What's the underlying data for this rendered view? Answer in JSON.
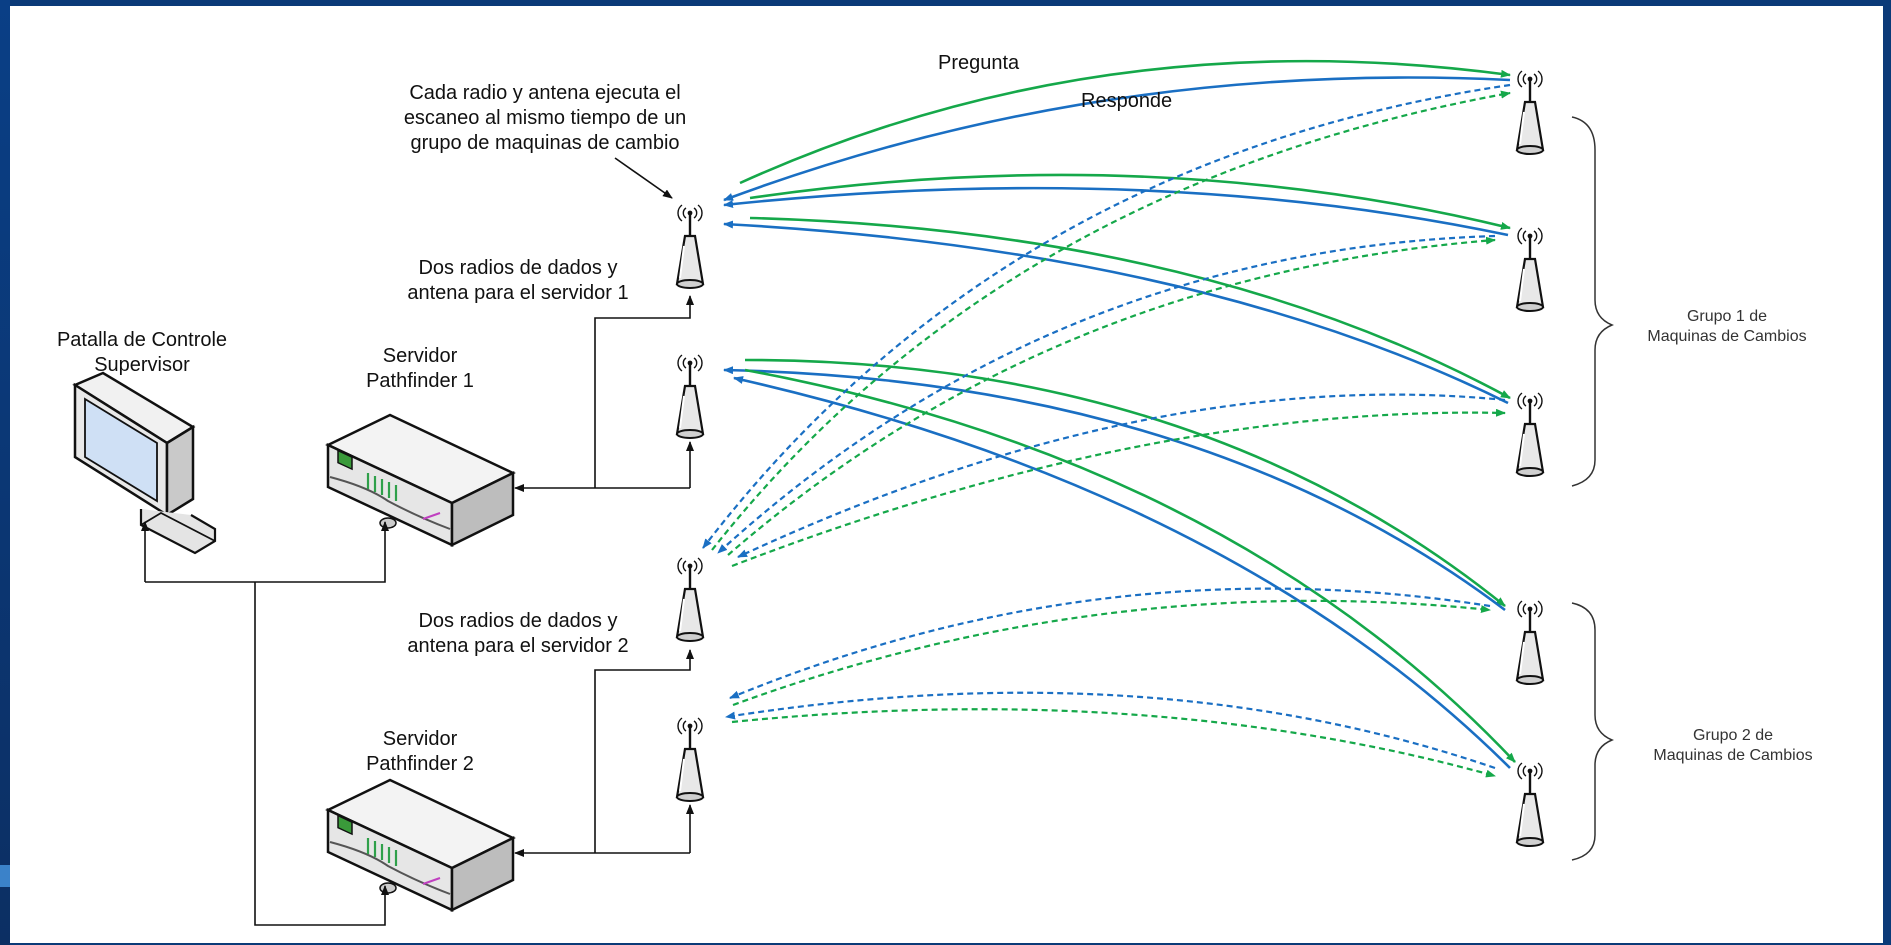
{
  "diagram": {
    "labels": {
      "pregunta": "Pregunta",
      "responde": "Responde",
      "scan_note": [
        "Cada radio y antena ejecuta el",
        "escaneo al mismo tiempo de un",
        "grupo de maquinas de cambio"
      ],
      "radios_server1": [
        "Dos radios de dados y",
        "antena para el servidor 1"
      ],
      "radios_server2": [
        "Dos radios de dados y",
        "antena para el servidor 2"
      ],
      "monitor": [
        "Patalla de Controle",
        "Supervisor"
      ],
      "server1": [
        "Servidor",
        "Pathfinder 1"
      ],
      "server2": [
        "Servidor",
        "Pathfinder 2"
      ],
      "group1": [
        "Grupo 1 de",
        "Maquinas de Cambios"
      ],
      "group2": [
        "Grupo 2 de",
        "Maquinas de Cambios"
      ]
    },
    "colors": {
      "green": "#15a84a",
      "blue": "#1a6fc3",
      "line": "#222222",
      "background": "#0b3a78"
    },
    "icons": {
      "antenna": "antenna-icon",
      "server": "server-icon",
      "monitor": "monitor-icon"
    }
  }
}
